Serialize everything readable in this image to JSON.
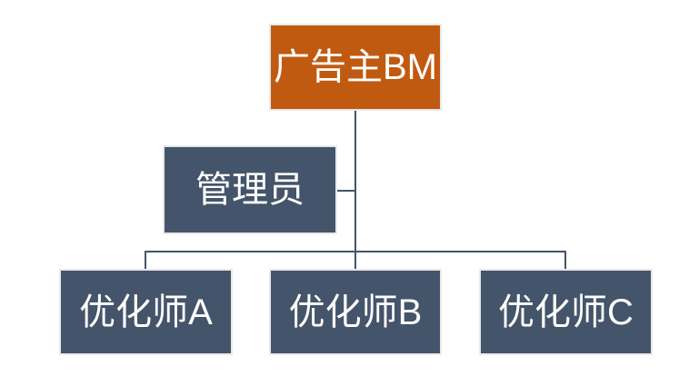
{
  "diagram": {
    "type": "org-chart",
    "background_color": "#ffffff",
    "line_color": "#44546a",
    "box_halo_color": "#e9e9e9",
    "nodes": {
      "root": {
        "label": "广告主BM",
        "fill": "#c15a11",
        "text_color": "#ffffff",
        "level": 1
      },
      "admin": {
        "label": "管理员",
        "fill": "#44546a",
        "text_color": "#ffffff",
        "level": 2
      },
      "optimizer_a": {
        "label": "优化师A",
        "fill": "#44546a",
        "text_color": "#ffffff",
        "level": 3
      },
      "optimizer_b": {
        "label": "优化师B",
        "fill": "#44546a",
        "text_color": "#ffffff",
        "level": 3
      },
      "optimizer_c": {
        "label": "优化师C",
        "fill": "#44546a",
        "text_color": "#ffffff",
        "level": 3
      }
    },
    "edges": [
      {
        "from": "root",
        "to": "admin"
      },
      {
        "from": "root",
        "to": "optimizer_a"
      },
      {
        "from": "root",
        "to": "optimizer_b"
      },
      {
        "from": "root",
        "to": "optimizer_c"
      }
    ]
  }
}
